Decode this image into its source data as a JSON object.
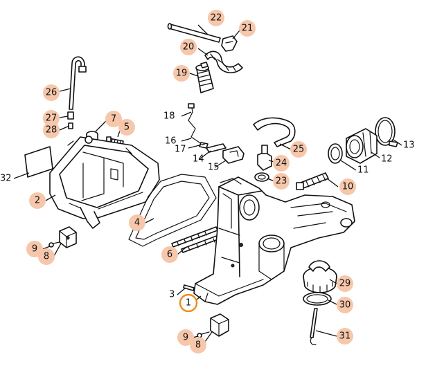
{
  "callouts": [
    {
      "id": "c22",
      "label": "22",
      "style": "badge"
    },
    {
      "id": "c21",
      "label": "21",
      "style": "badge"
    },
    {
      "id": "c20",
      "label": "20",
      "style": "badge"
    },
    {
      "id": "c19",
      "label": "19",
      "style": "badge"
    },
    {
      "id": "c26",
      "label": "26",
      "style": "badge"
    },
    {
      "id": "c27",
      "label": "27",
      "style": "badge"
    },
    {
      "id": "c28",
      "label": "28",
      "style": "badge"
    },
    {
      "id": "c7",
      "label": "7",
      "style": "badge"
    },
    {
      "id": "c5",
      "label": "5",
      "style": "badge"
    },
    {
      "id": "c18",
      "label": "18",
      "style": "plain"
    },
    {
      "id": "c16",
      "label": "16",
      "style": "plain"
    },
    {
      "id": "c17",
      "label": "17",
      "style": "plain"
    },
    {
      "id": "c14",
      "label": "14",
      "style": "plain"
    },
    {
      "id": "c15",
      "label": "15",
      "style": "plain"
    },
    {
      "id": "c25",
      "label": "25",
      "style": "badge"
    },
    {
      "id": "c24",
      "label": "24",
      "style": "badge"
    },
    {
      "id": "c23",
      "label": "23",
      "style": "badge"
    },
    {
      "id": "c13",
      "label": "13",
      "style": "plain"
    },
    {
      "id": "c12",
      "label": "12",
      "style": "plain"
    },
    {
      "id": "c11",
      "label": "11",
      "style": "plain"
    },
    {
      "id": "c10",
      "label": "10",
      "style": "badge"
    },
    {
      "id": "c32",
      "label": "32",
      "style": "plain"
    },
    {
      "id": "c2",
      "label": "2",
      "style": "badge"
    },
    {
      "id": "c4",
      "label": "4",
      "style": "badge"
    },
    {
      "id": "c6",
      "label": "6",
      "style": "badge"
    },
    {
      "id": "c9a",
      "label": "9",
      "style": "badge"
    },
    {
      "id": "c8a",
      "label": "8",
      "style": "badge"
    },
    {
      "id": "c3",
      "label": "3",
      "style": "plain"
    },
    {
      "id": "c1",
      "label": "1",
      "style": "active"
    },
    {
      "id": "c29",
      "label": "29",
      "style": "badge"
    },
    {
      "id": "c30",
      "label": "30",
      "style": "badge"
    },
    {
      "id": "c31",
      "label": "31",
      "style": "badge"
    },
    {
      "id": "c9b",
      "label": "9",
      "style": "badge"
    },
    {
      "id": "c8b",
      "label": "8",
      "style": "badge"
    }
  ],
  "colors": {
    "badge_fill": "#f6c7ab",
    "active_ring": "#f08a1c",
    "line": "#111111"
  }
}
